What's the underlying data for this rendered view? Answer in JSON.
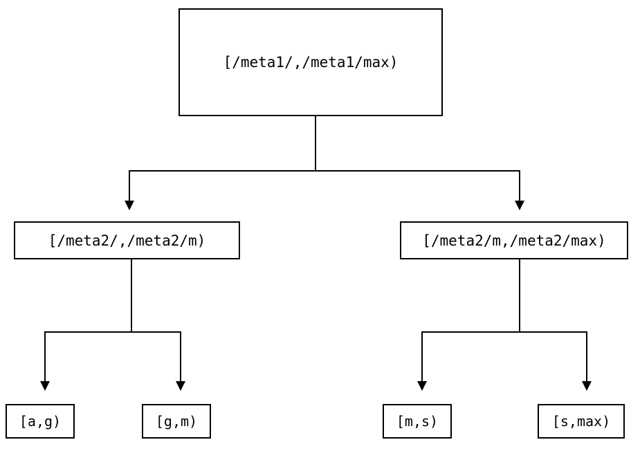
{
  "diagram": {
    "type": "tree",
    "orientation": "top-down",
    "background_color": "#ffffff",
    "line_color": "#000000",
    "text_color": "#000000",
    "nodes": {
      "root": {
        "label": "[/meta1/,/meta1/max)"
      },
      "mid_left": {
        "label": "[/meta2/,/meta2/m)"
      },
      "mid_right": {
        "label": "[/meta2/m,/meta2/max)"
      },
      "leaf_1": {
        "label": "[a,g)"
      },
      "leaf_2": {
        "label": "[g,m)"
      },
      "leaf_3": {
        "label": "[m,s)"
      },
      "leaf_4": {
        "label": "[s,max)"
      }
    }
  }
}
